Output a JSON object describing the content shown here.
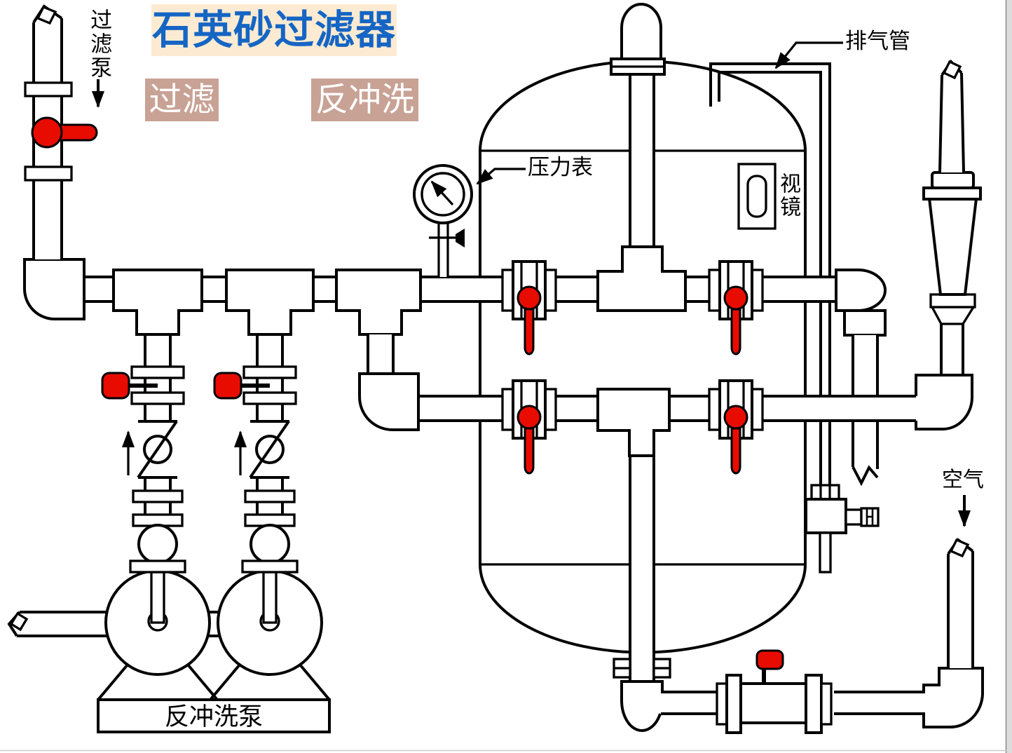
{
  "title": {
    "text": "石英砂过滤器"
  },
  "mode_tags": [
    {
      "label": "过滤"
    },
    {
      "label": "反冲洗"
    }
  ],
  "annotations": {
    "filter_pump": "过滤泵",
    "pressure_gauge": "压力表",
    "sight_glass": "视镜",
    "exhaust_pipe": "排气管",
    "air": "空气",
    "backwash_pump": "反冲洗泵"
  },
  "colors": {
    "line": "#000000",
    "valve_handle": "#e80c00",
    "title_color": "#1565c4",
    "title_bg": "#fcebd2",
    "tag_bg": "#c8a295",
    "tag_text": "#ffffff",
    "edge_strip": "#dcdcdc"
  }
}
